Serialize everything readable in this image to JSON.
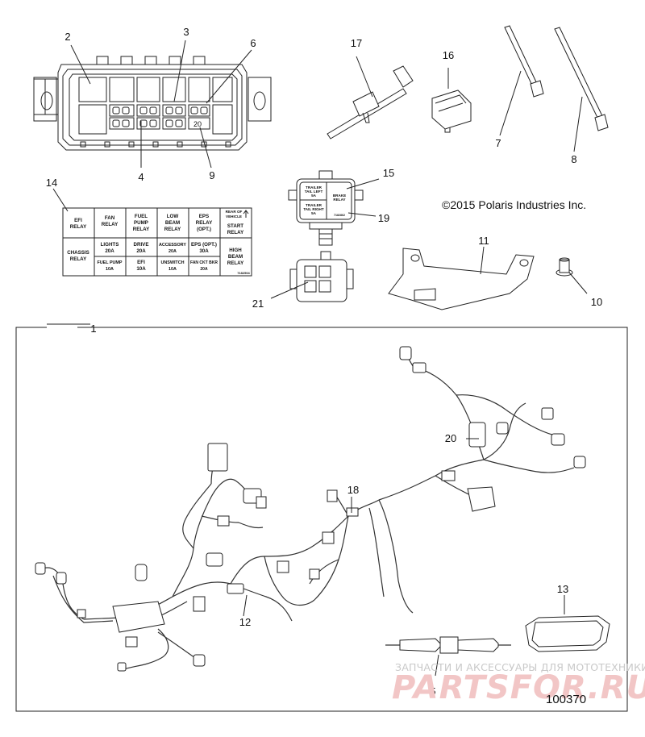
{
  "callouts": {
    "c1": "1",
    "c2": "2",
    "c3": "3",
    "c4": "4",
    "c5": "5",
    "c6": "6",
    "c7": "7",
    "c8": "8",
    "c9": "9",
    "c10": "10",
    "c11": "11",
    "c12": "12",
    "c13": "13",
    "c14": "14",
    "c15": "15",
    "c16": "16",
    "c17": "17",
    "c18": "18",
    "c19": "19",
    "c20": "20",
    "c21": "21"
  },
  "fuse_box": {
    "slot_number": "20"
  },
  "relay_label": {
    "r1": [
      "EFI",
      "RELAY"
    ],
    "r1_2": [
      "FAN",
      "RELAY"
    ],
    "r1_3": [
      "FUEL",
      "PUMP",
      "RELAY"
    ],
    "r1_4": [
      "LOW",
      "BEAM",
      "RELAY"
    ],
    "r1_5": [
      "EPS",
      "RELAY",
      "(OPT.)"
    ],
    "r1_6_top": "REAR OF",
    "r1_6_mid": "VEHICLE",
    "r1_6": [
      "START",
      "RELAY"
    ],
    "r2_1": [
      "CHASSIS",
      "RELAY"
    ],
    "r2_2": [
      "LIGHTS",
      "20A"
    ],
    "r2_3": [
      "DRIVE",
      "20A"
    ],
    "r2_4": [
      "ACCESSORY",
      "20A"
    ],
    "r2_5": [
      "EPS (OPT.)",
      "30A"
    ],
    "r2_6": [
      "HIGH",
      "BEAM",
      "RELAY"
    ],
    "r3_2": [
      "FUEL PUMP",
      "10A"
    ],
    "r3_3": [
      "EFI",
      "10A"
    ],
    "r3_4": [
      "UNSWITCH",
      "10A"
    ],
    "r3_5": [
      "FAN CKT BKR",
      "20A"
    ],
    "code": "7182504"
  },
  "relay_cover": {
    "tail_left": [
      "TRAILER",
      "TAIL LEFT",
      "5A"
    ],
    "tail_right": [
      "TRAILER",
      "TAIL RIGHT",
      "5A"
    ],
    "brake": [
      "BRAKE",
      "RELAY"
    ],
    "code": "7182862"
  },
  "copyright": "©2015 Polaris Industries Inc.",
  "diagram_number": "100370",
  "watermark": {
    "tagline": "ЗАПЧАСТИ И АКСЕССУАРЫ ДЛЯ МОТОТЕХНИКИ",
    "logo": "PARTSFOR.RU"
  }
}
